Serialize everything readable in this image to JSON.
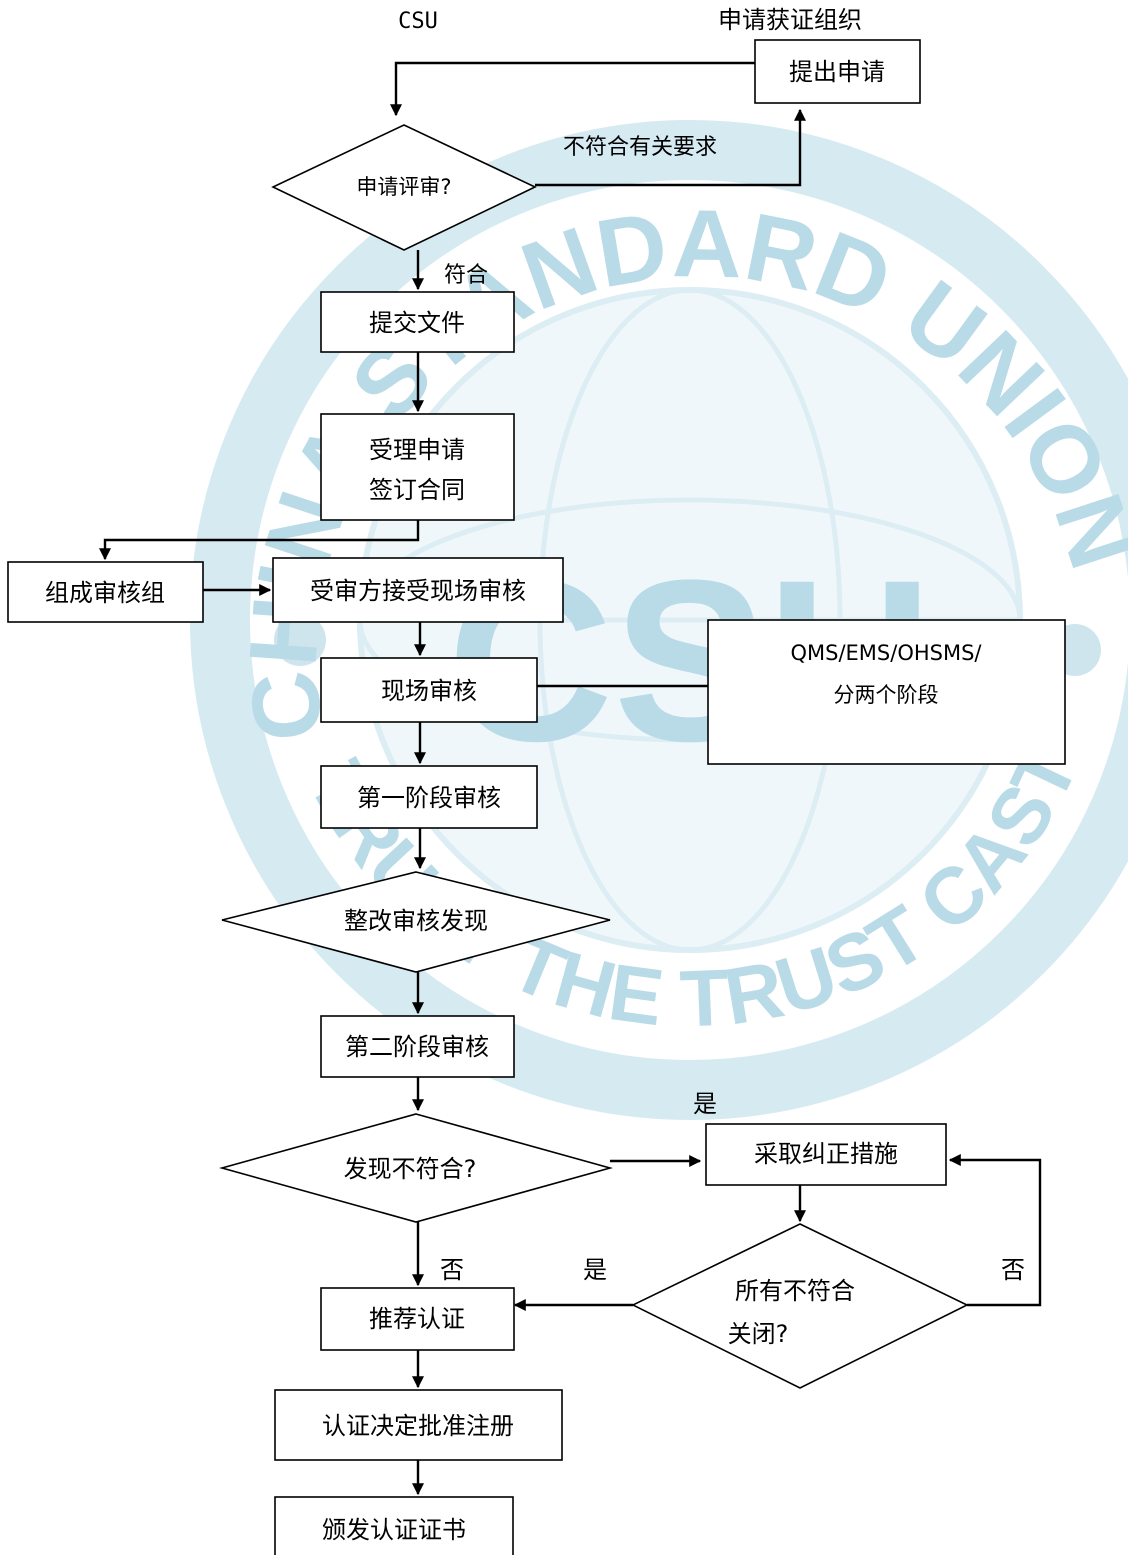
{
  "lanes": {
    "left": "CSU",
    "right": "申请获证组织"
  },
  "watermark": {
    "top_text": "CHINA STANDARD UNION",
    "bottom_text": "TRUST THE TRUST CAST QUALITY",
    "center": "CSU"
  },
  "nodes": {
    "apply": "提出申请",
    "review": "申请评审?",
    "submit_docs": "提交文件",
    "accept_line1": "受理申请",
    "accept_line2": "签订合同",
    "audit_team": "组成审核组",
    "auditee_accepts": "受审方接受现场审核",
    "onsite_audit": "现场审核",
    "note_line1": "QMS/EMS/OHSMS/",
    "note_line2": "分两个阶段",
    "stage1": "第一阶段审核",
    "rectify_findings": "整改审核发现",
    "stage2": "第二阶段审核",
    "nonconformity": "发现不符合?",
    "corrective": "采取纠正措施",
    "all_closed_line1": "所有不符合",
    "all_closed_line2": "关闭?",
    "recommend": "推荐认证",
    "decision": "认证决定批准注册",
    "issue_cert": "颁发认证证书"
  },
  "edges": {
    "not_compliant": "不符合有关要求",
    "compliant": "符合",
    "yes_nonconf": "是",
    "no_nonconf": "否",
    "yes_closed": "是",
    "no_closed": "否"
  }
}
